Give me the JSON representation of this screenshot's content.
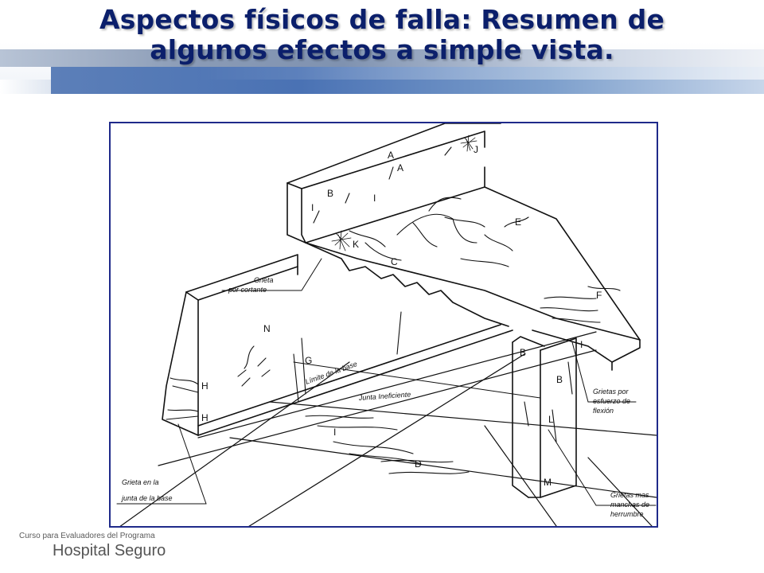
{
  "slide": {
    "title_line1": "Aspectos físicos de falla: Resumen de",
    "title_line2": "algunos efectos a simple vista."
  },
  "diagram": {
    "labels": {
      "A": "A",
      "A2": "A",
      "B": "B",
      "B2": "B",
      "B3": "B",
      "C": "C",
      "D": "D",
      "E": "E",
      "F": "F",
      "G": "G",
      "H": "H",
      "H2": "H",
      "I": "I",
      "I2": "I",
      "I3": "I",
      "I4": "I",
      "J": "J",
      "K": "K",
      "L": "L",
      "M": "M",
      "N": "N"
    },
    "annotations": {
      "grieta_cortante_1": "Grieta",
      "grieta_cortante_2": "por cortante",
      "limite_base": "Límite de la base",
      "junta_ineficiente": "Junta Ineficiente",
      "grietas_flexion_1": "Grietas por",
      "grietas_flexion_2": "esfuerzo de",
      "grietas_flexion_3": "flexión",
      "grieta_junta_1": "Grieta en la",
      "grieta_junta_2": "junta de la base",
      "grietas_herrumbre_1": "Grietas mas",
      "grietas_herrumbre_2": "manchas de",
      "grietas_herrumbre_3": "herrumbre"
    }
  },
  "footer": {
    "course": "Curso para Evaluadores del Programa",
    "program": "Hospital Seguro"
  }
}
